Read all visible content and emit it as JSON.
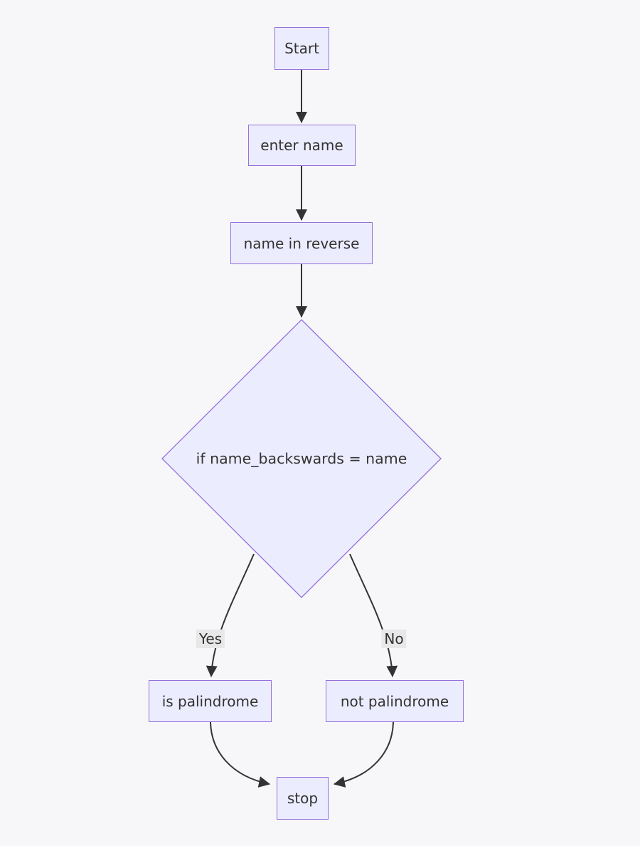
{
  "diagram": {
    "type": "flowchart",
    "direction": "top-down",
    "colors": {
      "bg": "#f7f7fa",
      "node-fill": "#ececff",
      "node-border": "#9370db",
      "edge-color": "#333333",
      "text-color": "#333333",
      "edge-label-bg": "#e8e8e8"
    },
    "nodes": {
      "start": {
        "label": "Start",
        "shape": "rect"
      },
      "enter_name": {
        "label": "enter name",
        "shape": "rect"
      },
      "name_reverse": {
        "label": "name in reverse",
        "shape": "rect"
      },
      "decision": {
        "label": "if name_backswards = name",
        "shape": "diamond"
      },
      "is_palindrome": {
        "label": "is palindrome",
        "shape": "rect"
      },
      "not_palindrome": {
        "label": "not palindrome",
        "shape": "rect"
      },
      "stop": {
        "label": "stop",
        "shape": "rect"
      }
    },
    "edges": [
      {
        "from": "start",
        "to": "enter_name",
        "label": ""
      },
      {
        "from": "enter_name",
        "to": "name_reverse",
        "label": ""
      },
      {
        "from": "name_reverse",
        "to": "decision",
        "label": ""
      },
      {
        "from": "decision",
        "to": "is_palindrome",
        "label": "Yes"
      },
      {
        "from": "decision",
        "to": "not_palindrome",
        "label": "No"
      },
      {
        "from": "is_palindrome",
        "to": "stop",
        "label": ""
      },
      {
        "from": "not_palindrome",
        "to": "stop",
        "label": ""
      }
    ]
  }
}
